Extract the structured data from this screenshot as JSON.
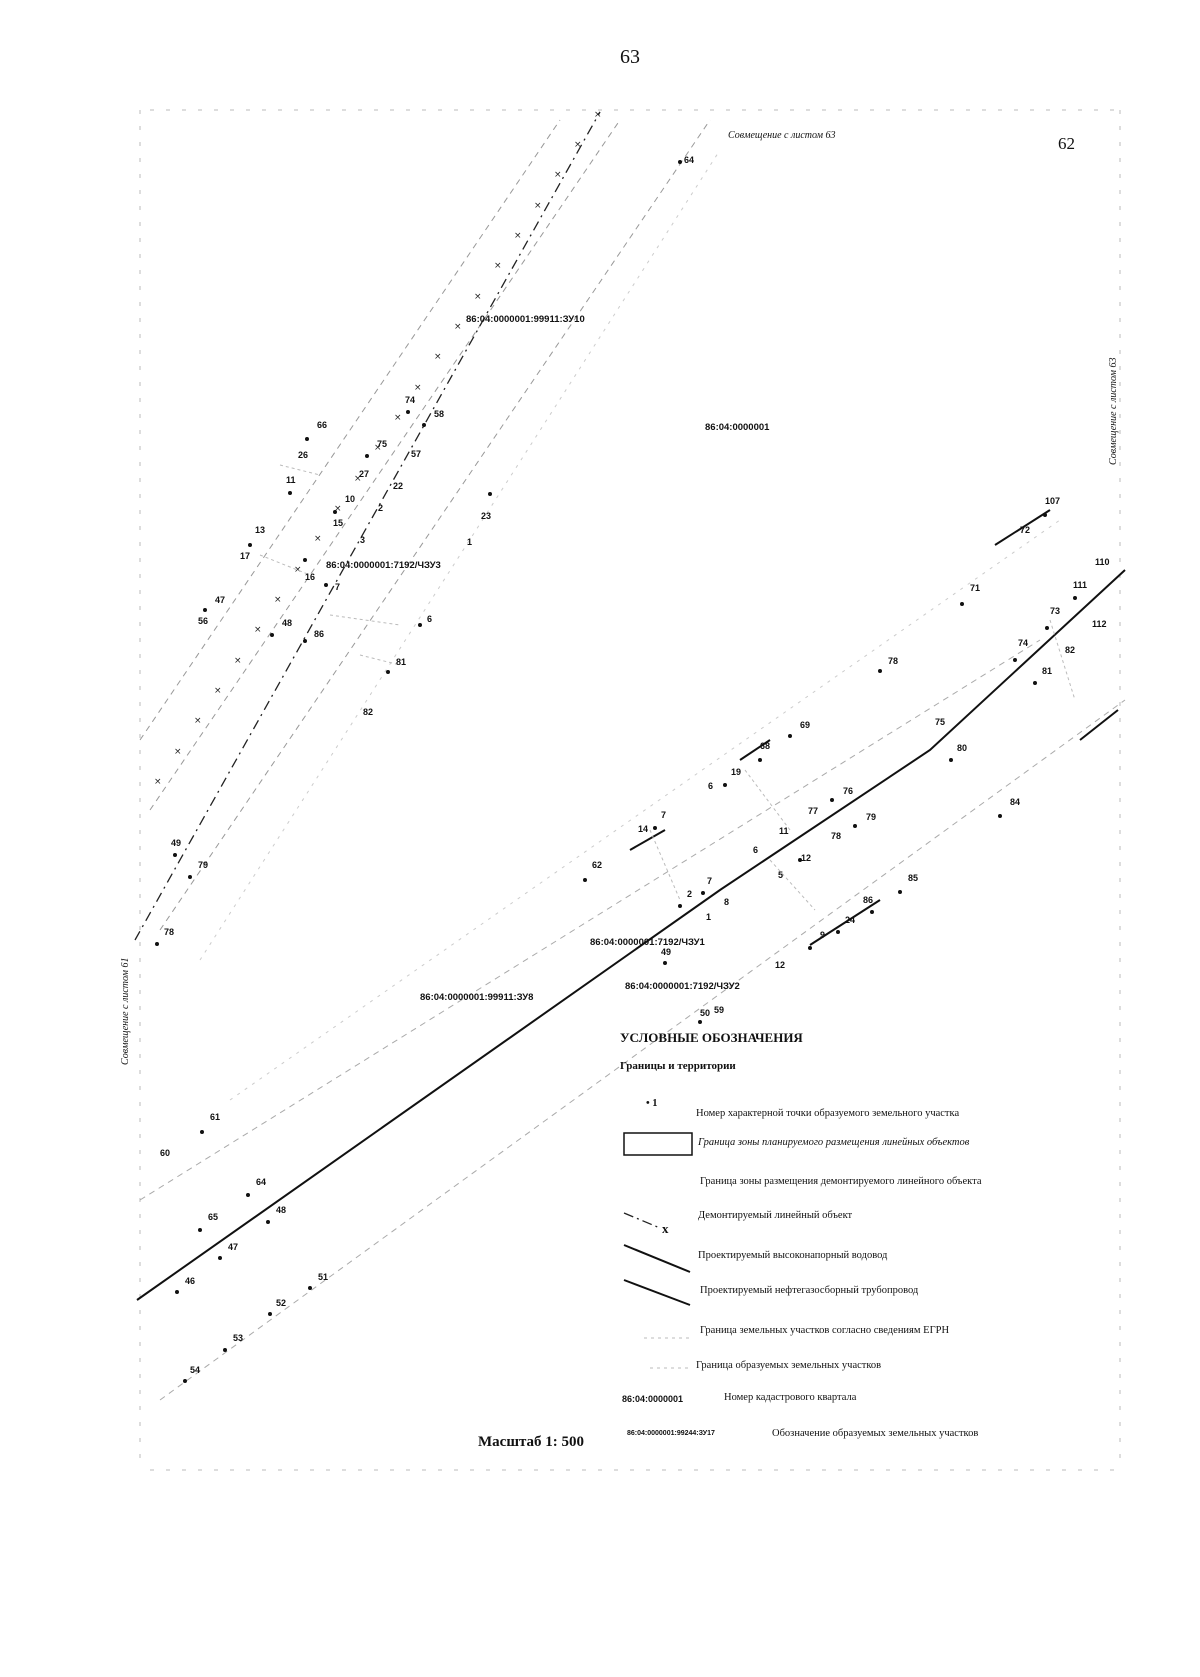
{
  "page": {
    "page_number": "63",
    "sheet_number": "62",
    "match_top": "Совмещение с листом 63",
    "match_left": "Совмещение с листом 61",
    "match_right": "Совмещение с листом 63",
    "scale": "Масштаб 1: 500"
  },
  "parcels": [
    "86:04:0000001:99911:ЗУ10",
    "86:04:0000001",
    "86:04:0000001:7192/ЧЗУ3",
    "86:04:0000001:7192/ЧЗУ1",
    "86:04:0000001:7192/ЧЗУ2",
    "86:04:0000001:99911:ЗУ8"
  ],
  "points": [
    "64",
    "74",
    "58",
    "66",
    "75",
    "57",
    "26",
    "27",
    "22",
    "11",
    "10",
    "2",
    "23",
    "13",
    "15",
    "3",
    "1",
    "17",
    "16",
    "7",
    "47",
    "56",
    "48",
    "86",
    "6",
    "81",
    "82",
    "49",
    "79",
    "78",
    "107",
    "72",
    "71",
    "110",
    "73",
    "111",
    "74",
    "112",
    "82",
    "81",
    "78",
    "75",
    "80",
    "69",
    "68",
    "19",
    "6",
    "77",
    "76",
    "11",
    "79",
    "14",
    "7",
    "6",
    "78",
    "62",
    "12",
    "5",
    "2",
    "7",
    "8",
    "1",
    "84",
    "85",
    "86",
    "24",
    "9",
    "49",
    "12",
    "50",
    "61",
    "60",
    "64",
    "65",
    "48",
    "47",
    "46",
    "51",
    "52",
    "53",
    "54",
    "59"
  ],
  "legend": {
    "title": "УСЛОВНЫЕ ОБОЗНАЧЕНИЯ",
    "subtitle": "Границы и территории",
    "items": [
      {
        "symbol": "• 1",
        "text": "Номер характерной точки образуемого земельного участка"
      },
      {
        "text": "Граница зоны планируемого размещения линейных объектов"
      },
      {
        "text": "Граница зоны размещения демонтируемого линейного объекта"
      },
      {
        "symbol": "x",
        "text": "Демонтируемый линейный объект"
      },
      {
        "text": "Проектируемый высоконапорный водовод"
      },
      {
        "text": "Проектируемый нефтегазосборный трубопровод"
      },
      {
        "text": "Граница земельных участков согласно сведениям ЕГРН"
      },
      {
        "text": "Граница образуемых земельных участков"
      },
      {
        "code": "86:04:0000001",
        "text": "Номер кадастрового квартала"
      },
      {
        "code": "86:04:0000001:99244:ЗУ17",
        "text": "Обозначение образуемых земельных участков"
      }
    ]
  }
}
